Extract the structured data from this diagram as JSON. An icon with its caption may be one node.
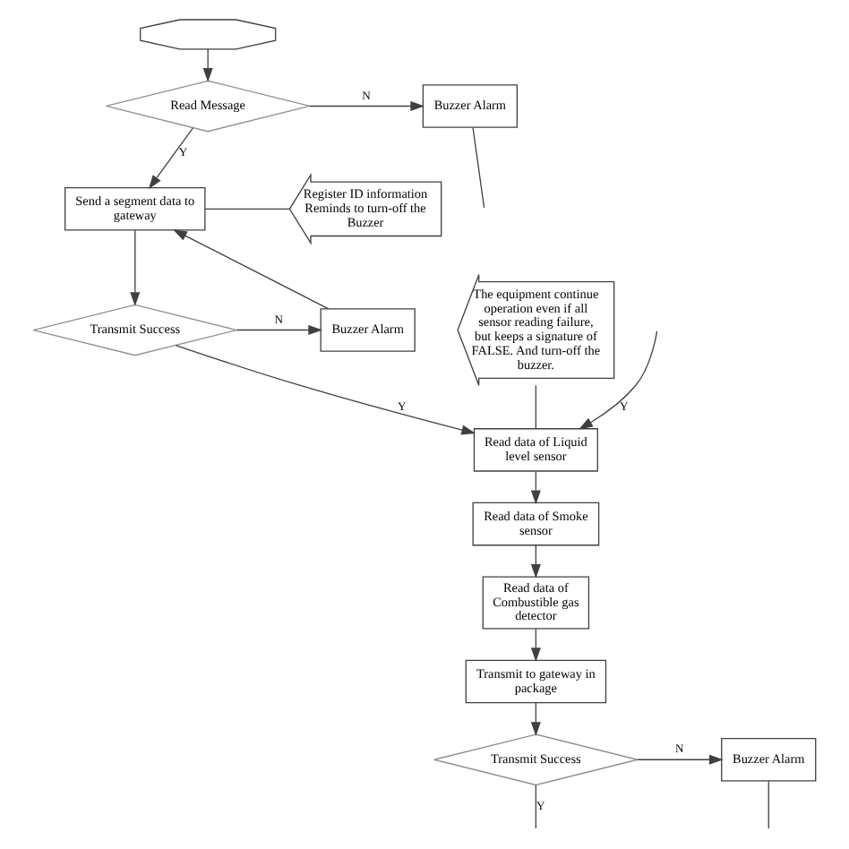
{
  "diagram": {
    "nodes": [
      {
        "text": [],
        "shape": "octagon"
      },
      {
        "text": [
          "Read Message"
        ]
      },
      {
        "text": [
          "Buzzer Alarm"
        ]
      },
      {
        "text": [
          "Send a segment data to gateway"
        ]
      },
      {
        "text": [
          "Register ID information Reminds to turn-off the Buzzer"
        ]
      },
      {
        "text": [
          "Buzzer Alarm"
        ]
      },
      {
        "text": [
          "Transmit Success"
        ]
      },
      {
        "text": [
          "The equipment continue operation even if all sensor reading failure, but keeps a signature of FALSE. And turn-off the buzzer."
        ]
      },
      {
        "text": [
          "Read data of Liquid level sensor"
        ]
      },
      {
        "text": [
          "Read data of Smoke sensor"
        ]
      },
      {
        "text": [
          "Read data of Combustible gas detector"
        ]
      },
      {
        "text": [
          "Transmit to gateway in package"
        ]
      },
      {
        "text": [
          "Transmit Success"
        ]
      },
      {
        "text": [
          "Buzzer Alarm"
        ]
      }
    ],
    "edges": [
      {
        "from": 0,
        "to": 1,
        "arrow": "to"
      },
      {
        "from": 1,
        "to": 2,
        "arrow": "to",
        "label": "N"
      },
      {
        "from": 1,
        "to": 3,
        "arrow": "to",
        "label": "Y"
      },
      {
        "from": 2,
        "to": null,
        "arrow": "none"
      },
      {
        "from": 3,
        "to": 4,
        "arrow": "none"
      },
      {
        "from": 3,
        "to": 6,
        "arrow": "to"
      },
      {
        "from": 6,
        "to": 5,
        "arrow": "to",
        "label": "N"
      },
      {
        "from": 5,
        "to": 3,
        "arrow": "to"
      },
      {
        "from": 6,
        "to": 8,
        "arrow": "to",
        "label": "Y"
      },
      {
        "from": 7,
        "to": 8,
        "arrow": "none"
      },
      {
        "from": 8,
        "to": 9,
        "arrow": "to"
      },
      {
        "from": 9,
        "to": 10,
        "arrow": "to"
      },
      {
        "from": 10,
        "to": 11,
        "arrow": "to"
      },
      {
        "from": 11,
        "to": 12,
        "arrow": "to"
      },
      {
        "from": 12,
        "to": 13,
        "arrow": "to",
        "label": "N"
      },
      {
        "from": 13,
        "to": null,
        "arrow": "none"
      },
      {
        "from": 12,
        "to": null,
        "arrow": "none",
        "label": "Y"
      },
      {
        "from": null,
        "to": 8,
        "arrow": "to",
        "label": "Y"
      }
    ]
  }
}
